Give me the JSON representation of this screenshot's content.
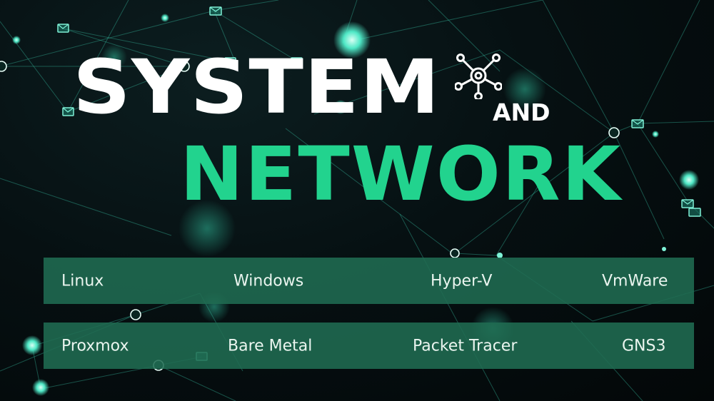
{
  "title": {
    "line1": "SYSTEM",
    "connector": "AND",
    "line2": "NETWORK"
  },
  "icons": {
    "hub": "network-hub-icon",
    "background_nodes": [
      "envelope-icon",
      "at-sign-icon",
      "glow-node"
    ]
  },
  "colors": {
    "background": "#04090b",
    "accent_green": "#22d38e",
    "band": "#206c52",
    "network_lines": "#3fd6b8",
    "white_text": "#ffffff"
  },
  "topics": {
    "row1": [
      {
        "label": "Linux"
      },
      {
        "label": "Windows"
      },
      {
        "label": "Hyper-V"
      },
      {
        "label": "VmWare"
      }
    ],
    "row2": [
      {
        "label": "Proxmox"
      },
      {
        "label": "Bare Metal"
      },
      {
        "label": "Packet Tracer"
      },
      {
        "label": "GNS3"
      }
    ]
  }
}
